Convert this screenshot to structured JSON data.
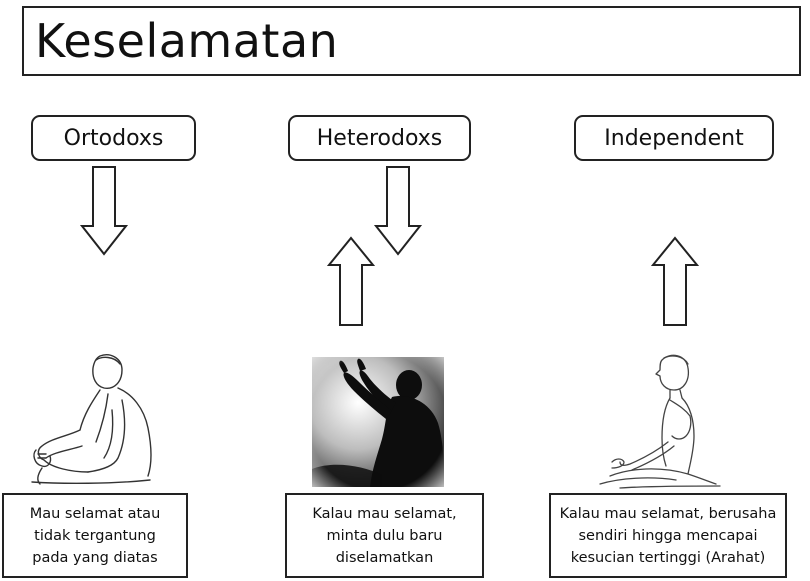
{
  "title": "Keselamatan",
  "columns": [
    {
      "label": "Ortodoxs",
      "icon": "sitting-person-illustration",
      "description": [
        "Mau selamat atau",
        "tidak tergantung",
        "pada yang diatas"
      ]
    },
    {
      "label": "Heterodoxs",
      "icon": "praying-silhouette-photo",
      "description": [
        "Kalau mau selamat,",
        "minta dulu baru",
        "diselamatkan"
      ]
    },
    {
      "label": "Independent",
      "icon": "meditating-person-illustration",
      "description": [
        "Kalau mau selamat, berusaha",
        "sendiri hingga mencapai",
        "kesucian tertinggi (Arahat)"
      ]
    }
  ]
}
